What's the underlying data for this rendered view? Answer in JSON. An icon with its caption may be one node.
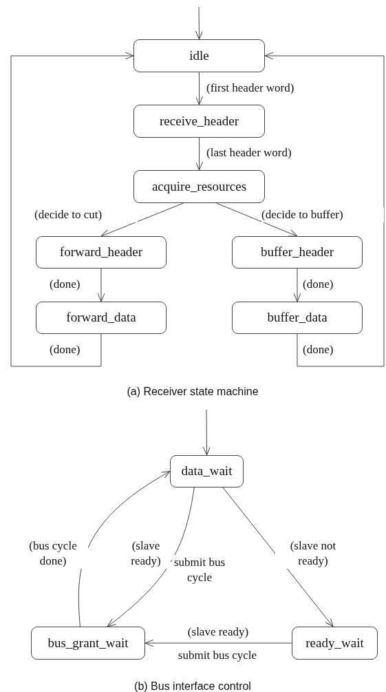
{
  "diagram": {
    "nodes": [
      {
        "text": [
          "idle"
        ]
      },
      {
        "text": [
          "receive_header"
        ]
      },
      {
        "text": [
          "acquire_resources"
        ]
      },
      {
        "text": [
          "forward_header"
        ]
      },
      {
        "text": [
          "buffer_header"
        ]
      },
      {
        "text": [
          "forward_data"
        ]
      },
      {
        "text": [
          "buffer_data"
        ]
      },
      {
        "text": [
          "data_wait"
        ]
      },
      {
        "text": [
          "bus_grant_wait"
        ]
      },
      {
        "text": [
          "ready_wait"
        ]
      }
    ],
    "edges": [
      {
        "from": null,
        "to": 0,
        "arrow": "to"
      },
      {
        "from": 0,
        "to": 1,
        "arrow": "to",
        "label": "(first header word)"
      },
      {
        "from": 1,
        "to": 2,
        "arrow": "to",
        "label": "(last header word)"
      },
      {
        "from": 2,
        "to": 3,
        "arrow": "to",
        "label": "(decide to cut)"
      },
      {
        "from": 2,
        "to": 4,
        "arrow": "to",
        "label": "(decide to buffer)"
      },
      {
        "from": 3,
        "to": 5,
        "arrow": "to",
        "label": "(done)"
      },
      {
        "from": 4,
        "to": 6,
        "arrow": "to",
        "label": "(done)"
      },
      {
        "from": 5,
        "to": 0,
        "arrow": "to",
        "label": "(done)"
      },
      {
        "from": 6,
        "to": 0,
        "arrow": "to",
        "label": "(done)"
      },
      {
        "from": null,
        "to": 7,
        "arrow": "to"
      },
      {
        "from": 7,
        "to": 8,
        "arrow": "to",
        "label": "(slave ready)"
      },
      {
        "from": 8,
        "to": 7,
        "arrow": "to",
        "label": "(bus cycle done)"
      },
      {
        "from": 7,
        "to": 9,
        "arrow": "to",
        "label": "(slave not ready)"
      },
      {
        "from": 9,
        "to": 8,
        "arrow": "to",
        "label": "(slave ready)"
      }
    ],
    "labels": [
      "(a) Receiver state machine",
      "submit bus cycle",
      "submit bus cycle",
      "(b) Bus interface control"
    ]
  }
}
